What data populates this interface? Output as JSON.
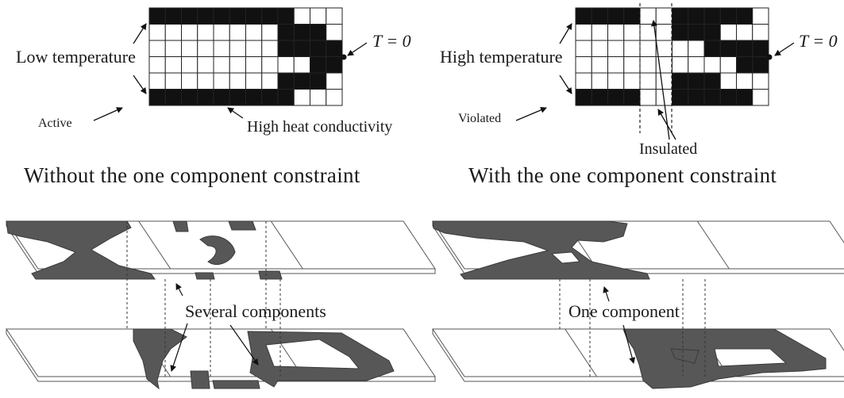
{
  "left_panel": {
    "low_temperature": "Low temperature",
    "boundary_condition": "T = 0",
    "active": "Active",
    "high_heat_conductivity": "High heat conductivity",
    "caption": "Without the one component constraint",
    "several_components": "Several components"
  },
  "right_panel": {
    "high_temperature": "High temperature",
    "boundary_condition": "T = 0",
    "violated": "Violated",
    "insulated": "Insulated",
    "caption": "With the one component constraint",
    "one_component": "One component"
  },
  "colors": {
    "solid": "#111111",
    "void": "#ffffff",
    "grid_line": "#222222",
    "beam_fill": "#575757",
    "beam_side": "#3b3b3b",
    "plate_outline": "#555555"
  }
}
